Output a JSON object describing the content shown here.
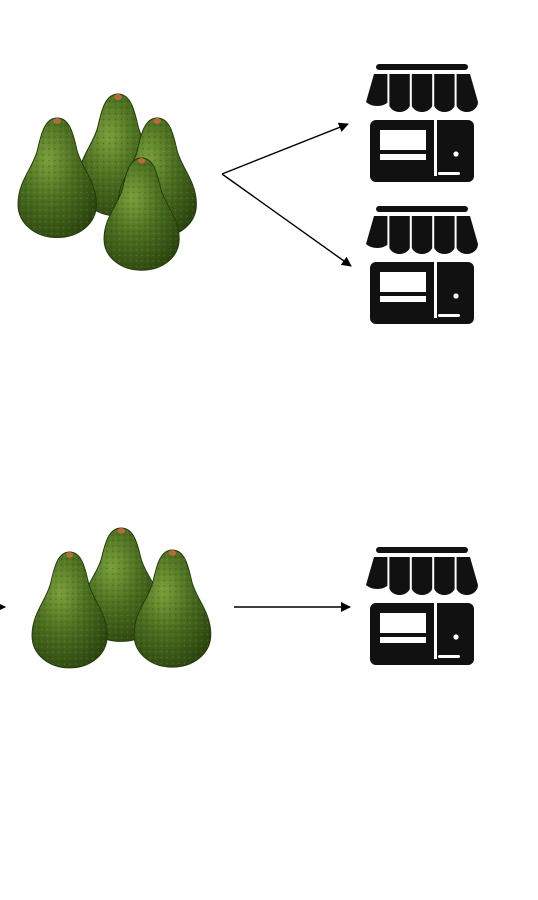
{
  "diagram": {
    "background": "#ffffff",
    "colors": {
      "store_fill": "#111111",
      "store_detail": "#ffffff",
      "arrow": "#000000",
      "avocado_dark": "#2f4a12",
      "avocado_mid": "#4c7020",
      "avocado_light": "#7aa03c",
      "avocado_stem": "#b76b3a"
    },
    "groups": [
      {
        "id": "top",
        "avocado_count": 4,
        "store_count": 2,
        "icons": [
          "avocado-icon",
          "store-icon",
          "arrow-icon"
        ]
      },
      {
        "id": "bottom",
        "avocado_count": 3,
        "store_count": 1,
        "icons": [
          "avocado-icon",
          "store-icon",
          "arrow-icon"
        ]
      }
    ]
  }
}
